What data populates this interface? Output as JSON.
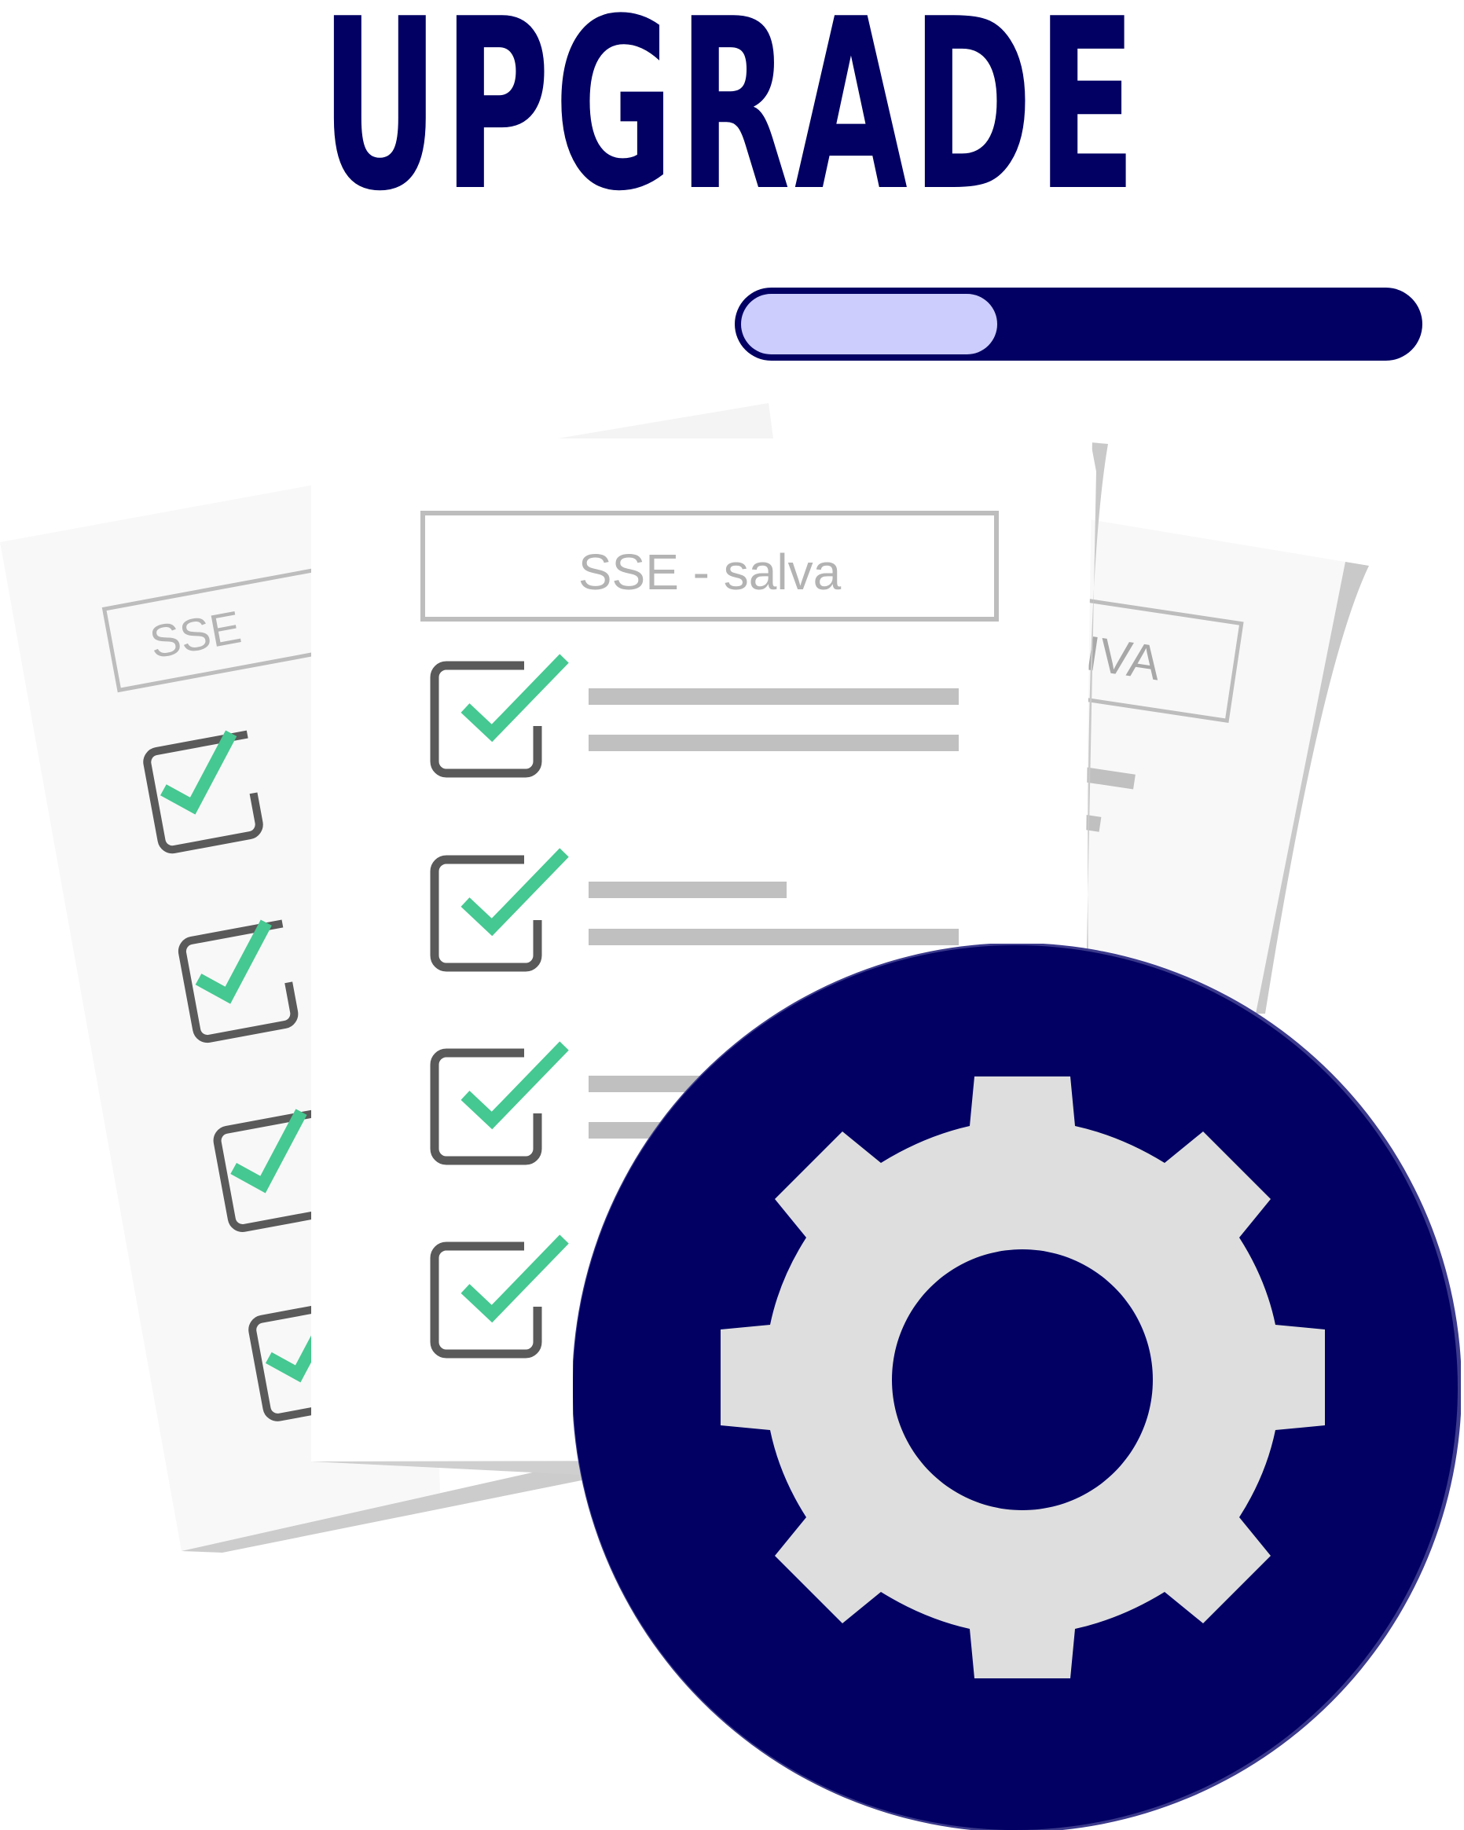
{
  "header": {
    "title": "UPGRADE"
  },
  "progress": {
    "value_percent": 38
  },
  "documents": {
    "front_label": "SSE - salva",
    "back_left_label": "SSE",
    "back_right_label": "IVA"
  },
  "colors": {
    "navy": "#020163",
    "progress_fill": "#cccdfc",
    "check_green": "#45c891",
    "box_gray": "#5a5a5a",
    "line_gray": "#bfc0bf",
    "gear_gray": "#dedede",
    "paper_back": "#f8f8f8"
  },
  "icons": {
    "badge": "gear-icon",
    "checkbox": "checked-checkbox-icon"
  }
}
